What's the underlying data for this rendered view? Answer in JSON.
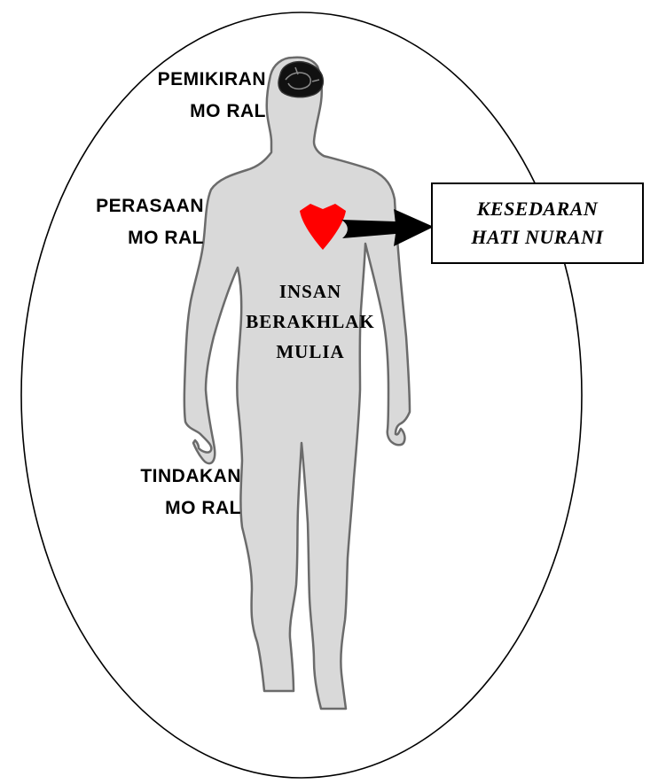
{
  "labels": {
    "thinking_line1": "PEMIKIRAN",
    "thinking_line2": "MO RAL",
    "feeling_line1": "PERASAAN",
    "feeling_line2": "MO RAL",
    "action_line1": "TINDAKAN",
    "action_line2": "MO RAL"
  },
  "center": {
    "line1": "INSAN",
    "line2": "BERAKHLAK",
    "line3": "MULIA"
  },
  "box": {
    "line1": "KESEDARAN",
    "line2": "HATI NURANI"
  },
  "colors": {
    "body_fill": "#d9d9d9",
    "body_stroke": "#6b6b6b",
    "heart": "#ff0000",
    "brain": "#111111",
    "arrow": "#000000"
  }
}
